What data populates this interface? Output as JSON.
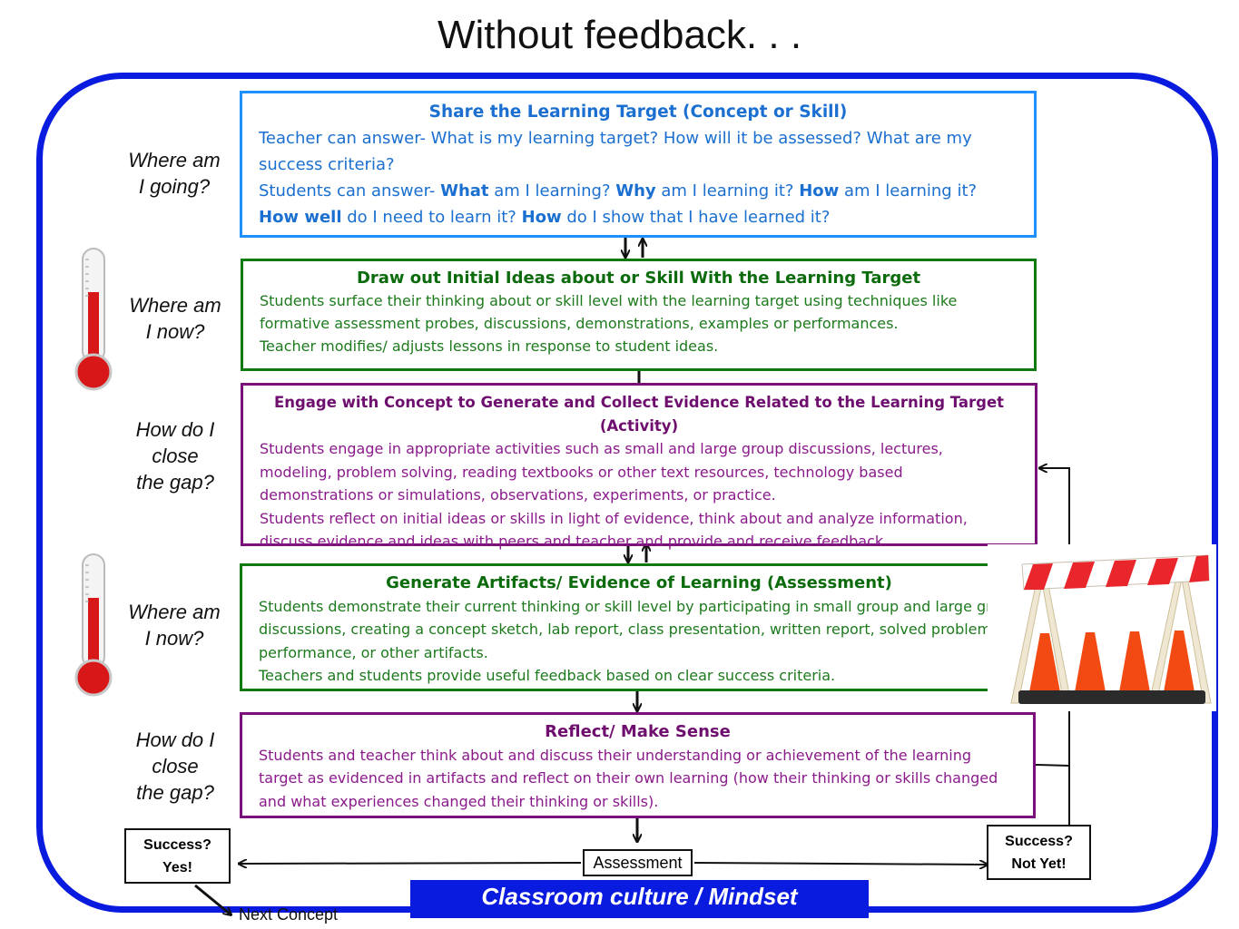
{
  "title": "Without feedback. . .",
  "labels": {
    "going": "Where am\nI going?",
    "now1": "Where am\nI now?",
    "gap1": "How do I\nclose\nthe gap?",
    "now2": "Where am\nI now?",
    "gap2": "How do I\nclose\nthe gap?"
  },
  "boxes": {
    "share": {
      "title": "Share the Learning Target (Concept or Skill)",
      "teacher": "Teacher can answer- What is my learning target?  How will it be assessed?  What are my success criteria?",
      "students_prefix": "Students can answer- ",
      "what": "What",
      "t1": " am I learning? ",
      "why": "Why",
      "t2": " am I learning it?  ",
      "how": "How",
      "t3": " am I learning it?  ",
      "howwell": "How well",
      "t4": " do I need to learn it? ",
      "how2": "How",
      "t5": " do I show that I have learned it?"
    },
    "draw": {
      "title": "Draw out Initial Ideas about or Skill With the Learning Target",
      "line1": "Students surface their thinking about or skill level with the learning target using techniques like formative assessment probes, discussions, demonstrations, examples or performances.",
      "line2": "Teacher modifies/ adjusts lessons in response to student ideas."
    },
    "engage": {
      "title": "Engage with Concept to Generate and Collect Evidence Related to the Learning Target (Activity)",
      "line1": "Students engage in appropriate activities such as small and large group discussions, lectures, modeling, problem solving,  reading textbooks or other text resources, technology based demonstrations or simulations, observations, experiments,  or practice.",
      "line2": "Students reflect on initial ideas or skills in light of evidence, think about and analyze information, discuss evidence and ideas with peers and teacher and provide and receive feedback."
    },
    "generate": {
      "title": "Generate Artifacts/ Evidence of Learning (Assessment)",
      "line1": "Students demonstrate their current thinking or skill level by participating in small group and large group discussions, creating a concept sketch, lab report, class presentation, written report, solved problems, performance,  or other artifacts.",
      "line2": "Teachers and students provide useful feedback based on clear success criteria."
    },
    "reflect": {
      "title": "Reflect/ Make Sense",
      "line1": "Students and teacher think about and discuss their understanding or achievement of the learning target as evidenced in artifacts and reflect on their own learning (how their thinking or skills changed and what experiences changed their thinking or skills)."
    }
  },
  "success_yes": "Success?\nYes!",
  "success_no": "Success?\nNot Yet!",
  "assessment": "Assessment",
  "culture": "Classroom culture / Mindset",
  "next": "Next Concept",
  "colors": {
    "frame": "#0a1be0",
    "blue_box": "#1e90ff",
    "green_box": "#107a10",
    "purple_box": "#7a107a",
    "thermo_red": "#d81818"
  }
}
